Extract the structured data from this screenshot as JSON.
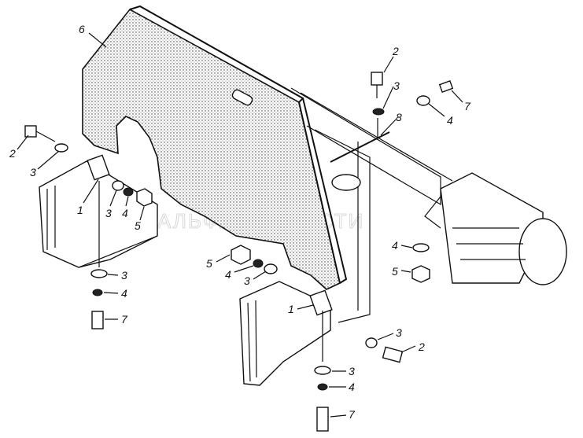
{
  "diagram": {
    "watermark": "АЛЬФА-ЗАПЧАСТИ",
    "callouts": {
      "c6": "6",
      "c2_top": "2",
      "c3_top": "3",
      "c8": "8",
      "c7_top": "7",
      "c4_top": "4",
      "c2_left": "2",
      "c3_left": "3",
      "c1_left": "1",
      "c3_mid": "3",
      "c4_mid": "4",
      "c5_mid": "5",
      "c3_bl": "3",
      "c4_bl": "4",
      "c7_bl": "7",
      "c5_cl": "5",
      "c4_cl": "4",
      "c3_cl": "3",
      "c4_right": "4",
      "c5_right": "5",
      "c1_low": "1",
      "c3_low": "3",
      "c2_low": "2",
      "c3_bot": "3",
      "c4_bot": "4",
      "c7_bot": "7"
    }
  }
}
